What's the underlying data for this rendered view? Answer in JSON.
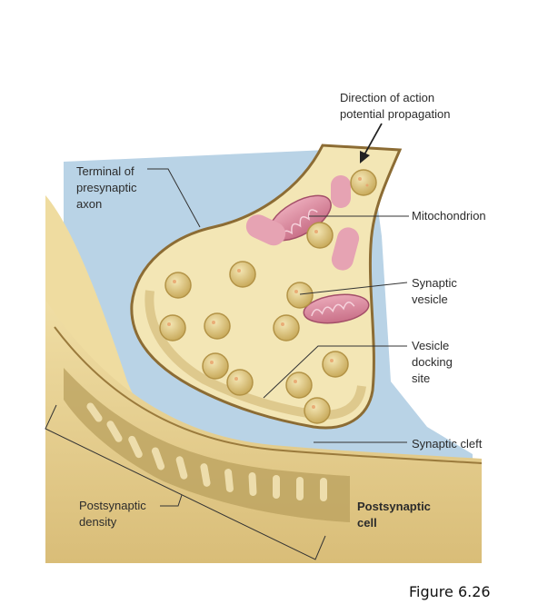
{
  "labels": {
    "direction": "Direction of action\npotential propagation",
    "terminal": "Terminal of\npresynaptic\naxon",
    "mitochondrion": "Mitochondrion",
    "synaptic_vesicle": "Synaptic\nvesicle",
    "vesicle_docking_site": "Vesicle\ndocking\nsite",
    "synaptic_cleft": "Synaptic cleft",
    "postsynaptic_density": "Postsynaptic\ndensity",
    "postsynaptic_cell": "Postsynaptic\ncell"
  },
  "caption": "Figure 6.26",
  "colors": {
    "cleft": "#b9d3e6",
    "cytoplasm": "#f3e6b5",
    "membrane": "#8c6c34",
    "postsynaptic": "#e4cd8e",
    "mitochondrion": "#d98aa0",
    "vesicle": "#d8c27a"
  }
}
